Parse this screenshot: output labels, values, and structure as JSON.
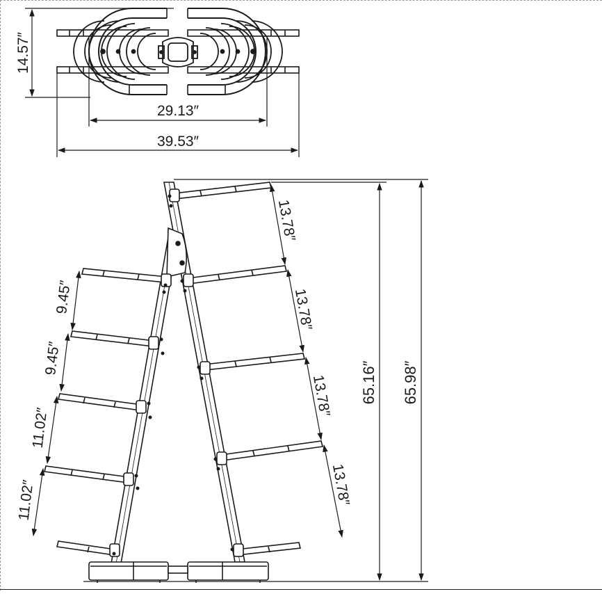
{
  "top_view": {
    "depth": "14.57″",
    "inner_width": "29.13″",
    "outer_width": "39.53″"
  },
  "side_view": {
    "left_spacings": [
      "9.45″",
      "9.45″",
      "11.02″",
      "11.02″"
    ],
    "right_spacings": [
      "13.78″",
      "13.78″",
      "13.78″",
      "13.78″"
    ],
    "height_inner": "65.16″",
    "height_outer": "65.98″"
  },
  "colors": {
    "line": "#1a1a1a",
    "frame_border": "#9a9a9a",
    "background": "#ffffff"
  }
}
